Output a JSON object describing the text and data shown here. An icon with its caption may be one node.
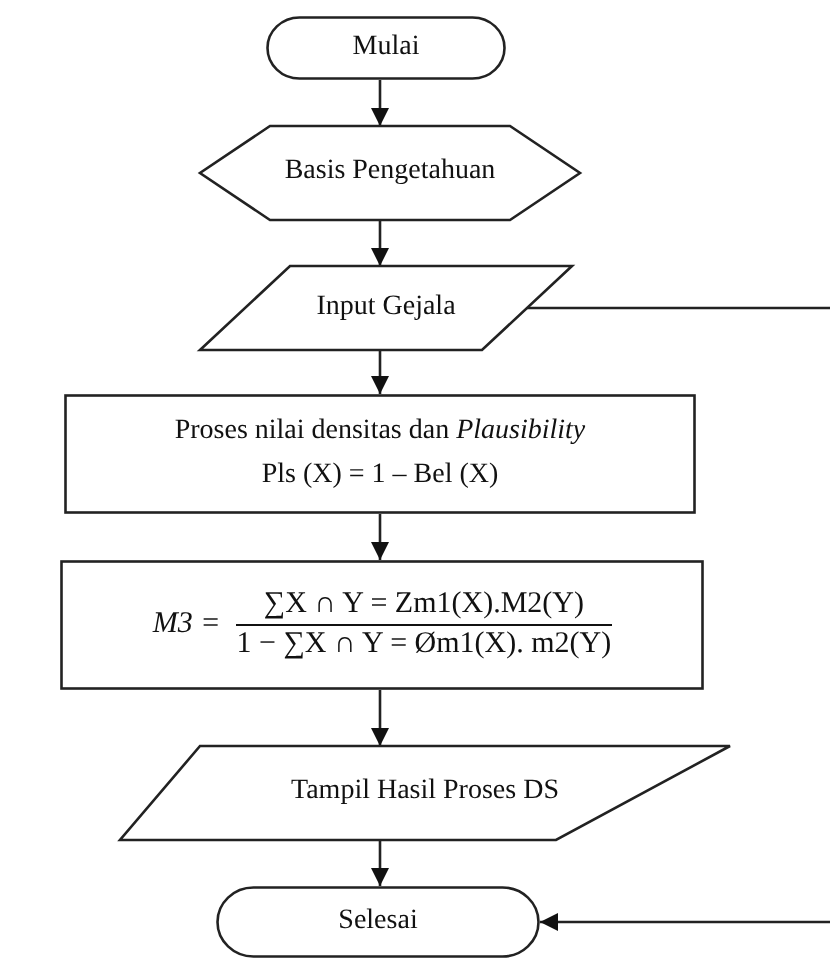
{
  "diagram": {
    "nodes": [
      {
        "text": [
          "Mulai"
        ]
      },
      {
        "text": [
          "Basis Pengetahuan"
        ]
      },
      {
        "text": [
          "Input Gejala"
        ]
      },
      {
        "text": [
          "Proses nilai densitas dan *Plausibility*",
          "Pls (X) = 1 – Bel (X)"
        ]
      },
      {
        "text": [
          "M3 =",
          "∑X ∩ Y = Zm1(X).M2(Y)",
          "1 − ∑X ∩ Y = Øm1(X). m2(Y)"
        ]
      },
      {
        "text": [
          "Tampil Hasil Proses DS"
        ]
      },
      {
        "text": [
          "Selesai"
        ]
      }
    ],
    "edges": [
      {
        "from": 0,
        "to": 1,
        "arrow": "to"
      },
      {
        "from": 1,
        "to": 2,
        "arrow": "to"
      },
      {
        "from": 2,
        "to": 3,
        "arrow": "to"
      },
      {
        "from": 3,
        "to": 4,
        "arrow": "to"
      },
      {
        "from": 4,
        "to": 5,
        "arrow": "to"
      },
      {
        "from": 5,
        "to": 6,
        "arrow": "to"
      },
      {
        "from": 2,
        "to": null,
        "arrow": "none"
      },
      {
        "from": null,
        "to": 6,
        "arrow": "to"
      }
    ]
  }
}
